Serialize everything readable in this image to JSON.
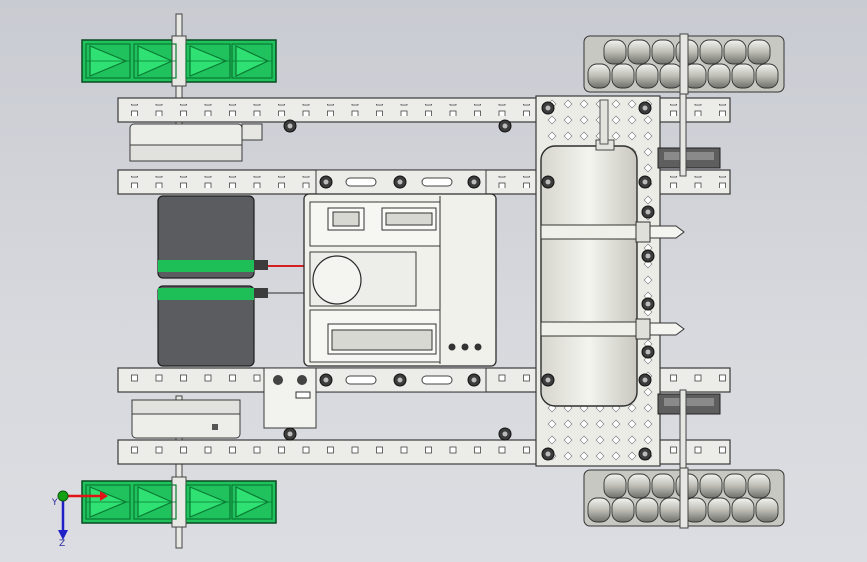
{
  "view": {
    "background": "#d2d4d9",
    "orientation_triad": {
      "x_label": "",
      "y_label": "Y",
      "z_label": "Z"
    }
  },
  "colors": {
    "wheel_green": "#1fc25c",
    "wheel_dark": "#0a7a33",
    "motor_body": "#5a5c60",
    "motor_band": "#1fbf58",
    "metal": "#e9e9e4",
    "outline": "#3a3a3a",
    "wire_red": "#d42020",
    "axis_x": "#e01414",
    "axis_y": "#14a214",
    "axis_z": "#2020c8"
  },
  "model": {
    "parts": [
      "drive-wheel-left-front",
      "drive-wheel-left-rear",
      "omni-wheel-right-front",
      "omni-wheel-right-rear",
      "chassis-rail",
      "drive-motor-upper",
      "drive-motor-lower",
      "controller-brain",
      "battery-pack",
      "gear-reduction-housing"
    ]
  }
}
